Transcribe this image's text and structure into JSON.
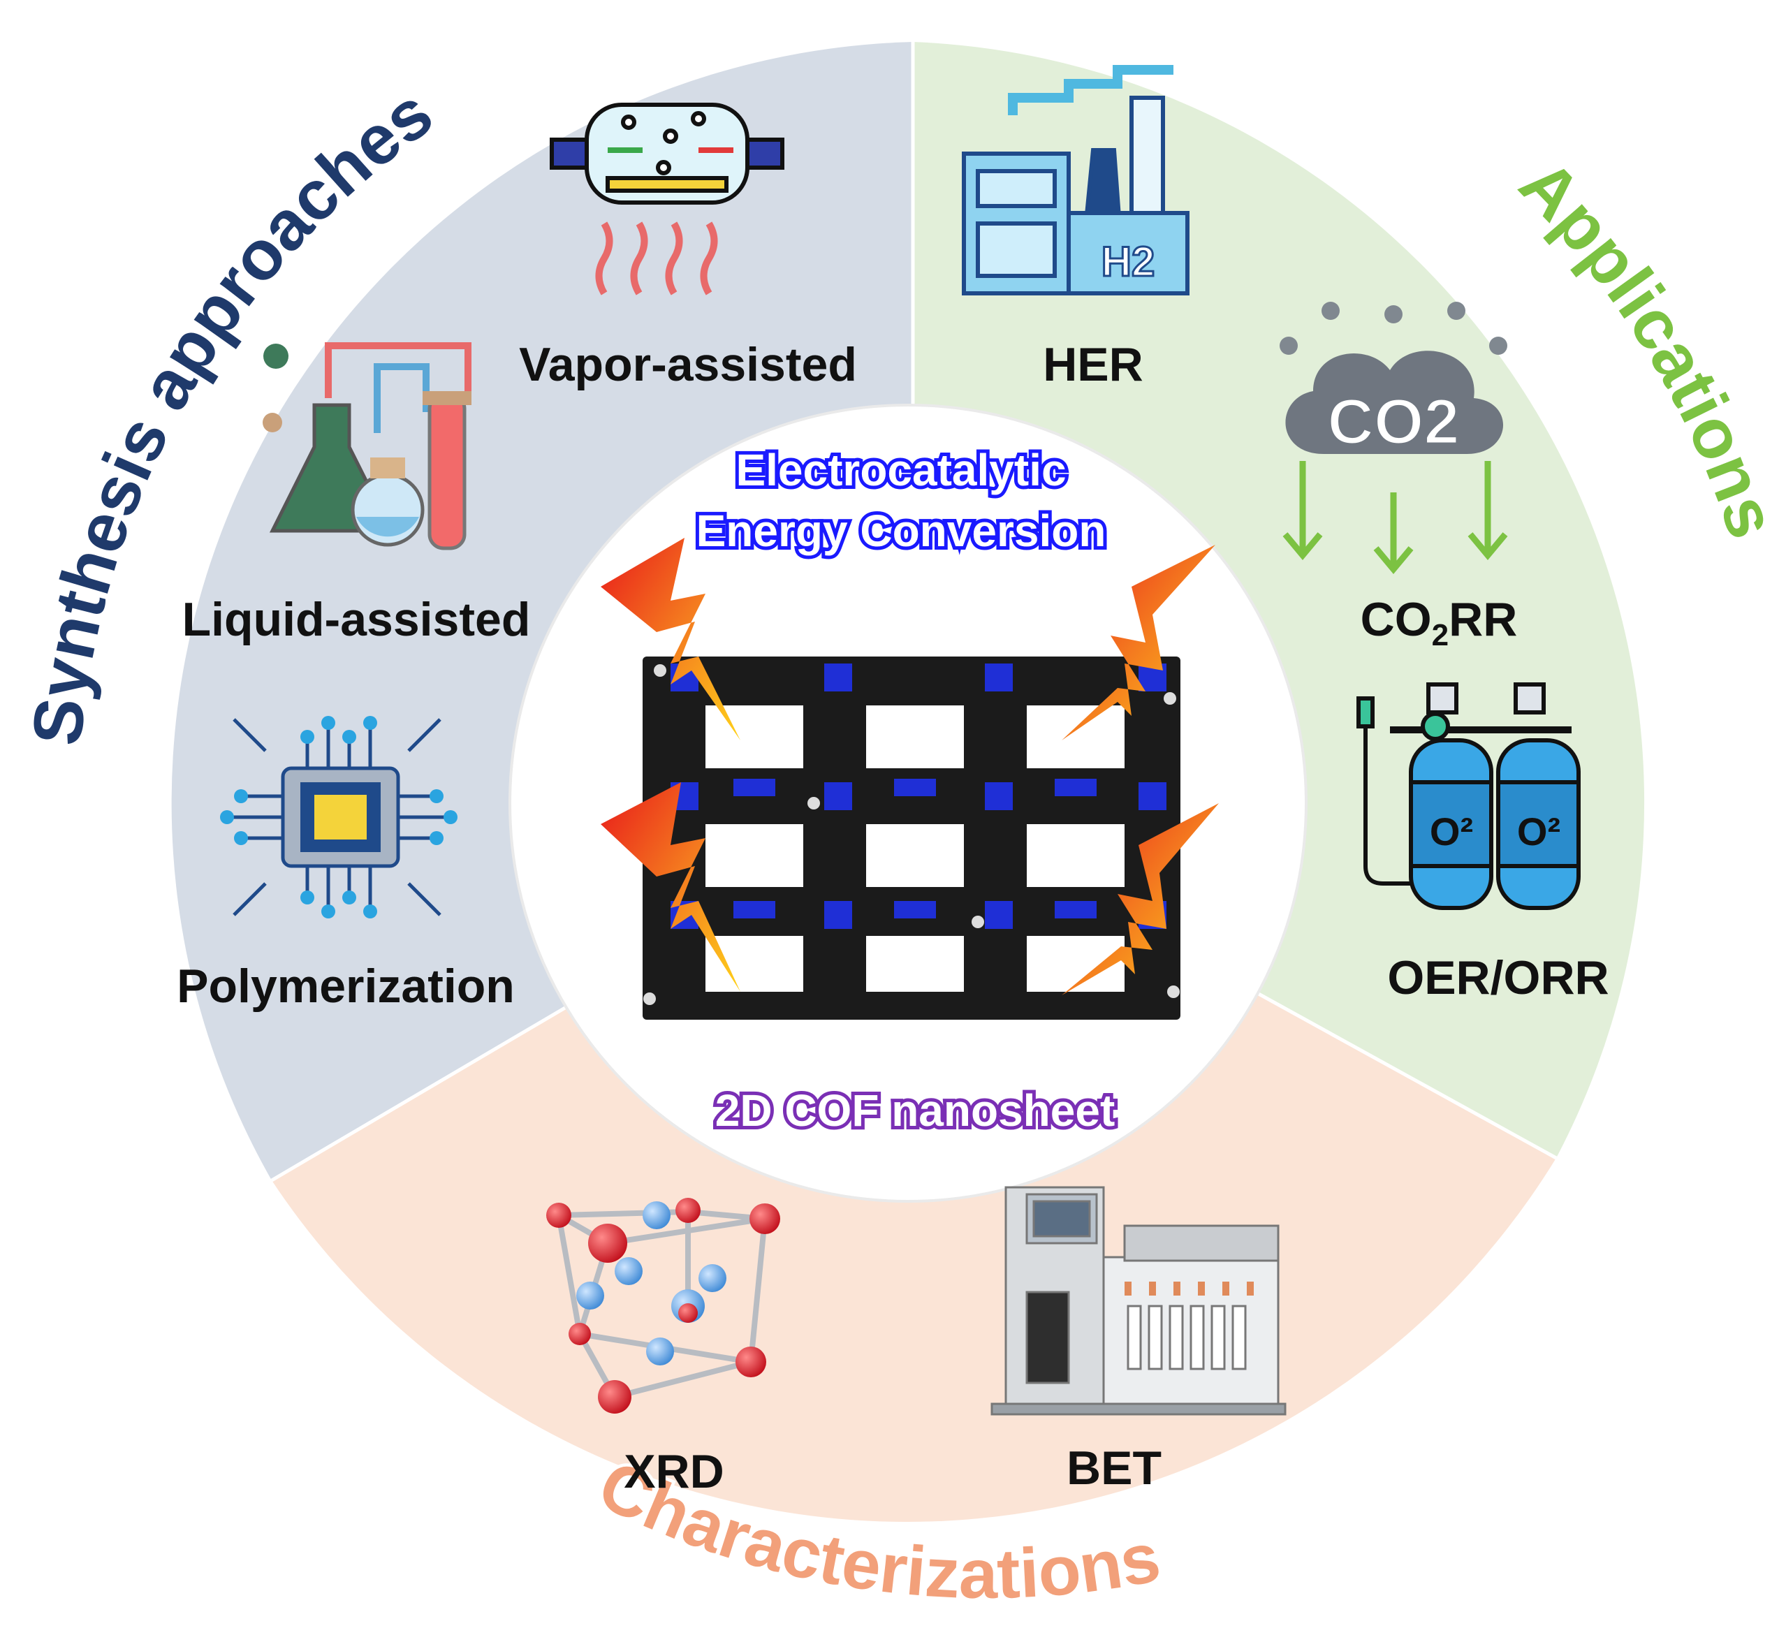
{
  "center": {
    "title_line1": "Electrocatalytic",
    "title_line2": "Energy Conversion",
    "subtitle": "2D COF nanosheet"
  },
  "sections": {
    "synthesis": {
      "title": "Synthesis approaches",
      "color": "#1f3a6b",
      "background": "#d5dce6",
      "items": [
        "Vapor-assisted",
        "Liquid-assisted",
        "Polymerization"
      ]
    },
    "applications": {
      "title": "Applications",
      "color": "#7cc242",
      "background": "#e2efd9",
      "items": [
        "HER",
        "CO",
        "2",
        "RR",
        "OER/ORR"
      ]
    },
    "characterizations": {
      "title": "Characterizations",
      "color": "#f2a07a",
      "background": "#fbe4d6",
      "items": [
        "XRD",
        "BET"
      ]
    }
  },
  "icon_text": {
    "co2_cloud": "CO2",
    "h2": "H2",
    "o2_left": "O²",
    "o2_right": "O²"
  },
  "icons": [
    "cvd-tube-furnace-icon",
    "flasks-icon",
    "microchip-icon",
    "factory-h2-icon",
    "co2-cloud-icon",
    "oxygen-tanks-icon",
    "crystal-lattice-icon",
    "bet-analyzer-icon",
    "lightning-bolt-icon",
    "cof-framework-icon"
  ]
}
